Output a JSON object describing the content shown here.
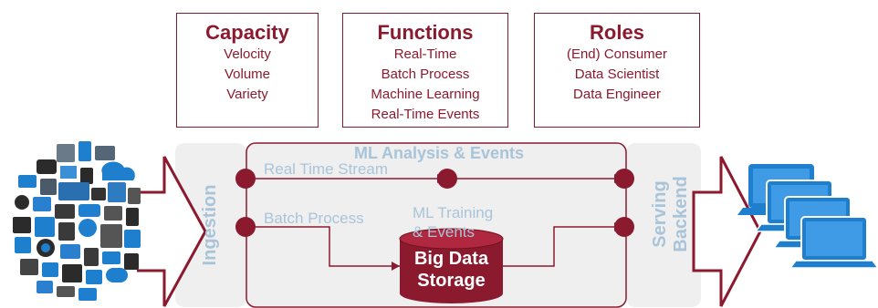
{
  "capacity": {
    "title": "Capacity",
    "items": [
      "Velocity",
      "Volume",
      "Variety"
    ]
  },
  "functions": {
    "title": "Functions",
    "items": [
      "Real-Time",
      "Batch Process",
      "Machine Learning",
      "Real-Time Events"
    ]
  },
  "roles": {
    "title": "Roles",
    "items": [
      "(End) Consumer",
      "Data Scientist",
      "Data Engineer"
    ]
  },
  "pipeline": {
    "ingestion": "Ingestion",
    "ml_analysis": "ML Analysis & Events",
    "real_time_stream": "Real Time Stream",
    "batch_process": "Batch Process",
    "ml_training": "ML Training",
    "ml_events": "& Events",
    "storage_line1": "Big Data",
    "storage_line2": "Storage",
    "serving_line1": "Serving",
    "serving_line2": "Backend"
  },
  "colors": {
    "accent": "#8b1a2e",
    "muted_label": "#a9c4d9",
    "panel": "#efefef",
    "device": "#1e7fcf"
  },
  "icons": [
    "iot-devices-cluster-icon",
    "arrow-right-icon",
    "laptop-stack-icon"
  ]
}
